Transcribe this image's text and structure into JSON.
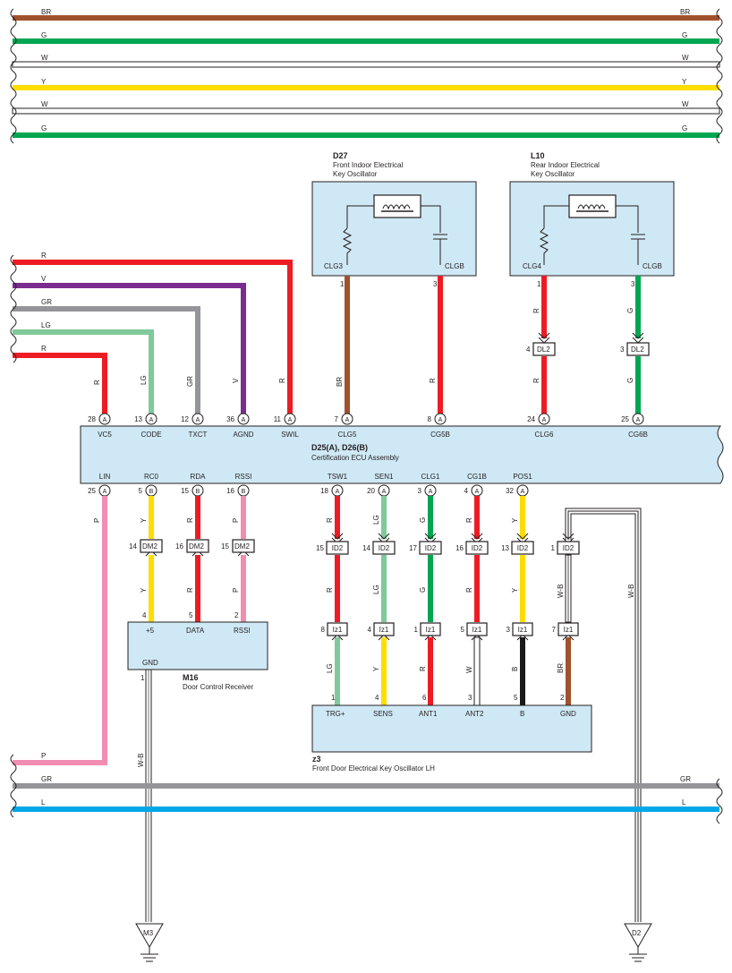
{
  "colors": {
    "BR": "#a0522d",
    "G": "#00a651",
    "W": "#ffffff",
    "Y": "#ffdd00",
    "R": "#ed1c24",
    "V": "#7b2c90",
    "GR": "#939598",
    "LG": "#7fc99a",
    "P": "#f28db2",
    "B": "#1a1a1a",
    "L": "#00a8e8",
    "box_fill": "#cfe8f5"
  },
  "bus_top": [
    {
      "code": "BR"
    },
    {
      "code": "G"
    },
    {
      "code": "W"
    },
    {
      "code": "Y"
    },
    {
      "code": "W"
    },
    {
      "code": "G"
    }
  ],
  "bus_bottom": [
    {
      "code": "P"
    },
    {
      "code": "GR"
    },
    {
      "code": "L"
    }
  ],
  "left_feeds": [
    {
      "code": "R"
    },
    {
      "code": "V"
    },
    {
      "code": "GR"
    },
    {
      "code": "LG"
    },
    {
      "code": "R"
    }
  ],
  "ecu": {
    "title": "D25(A), D26(B)",
    "subtitle": "Certification ECU Assembly",
    "top_pins": [
      {
        "pin": "28",
        "conn": "A",
        "name": "VC5"
      },
      {
        "pin": "13",
        "conn": "A",
        "name": "CODE"
      },
      {
        "pin": "12",
        "conn": "A",
        "name": "TXCT"
      },
      {
        "pin": "36",
        "conn": "A",
        "name": "AGND"
      },
      {
        "pin": "11",
        "conn": "A",
        "name": "SWIL"
      },
      {
        "pin": "7",
        "conn": "A",
        "name": "CLG5"
      },
      {
        "pin": "8",
        "conn": "A",
        "name": "CG5B"
      },
      {
        "pin": "24",
        "conn": "A",
        "name": "CLG6"
      },
      {
        "pin": "25",
        "conn": "A",
        "name": "CG6B"
      }
    ],
    "bottom_pins": [
      {
        "pin": "25",
        "conn": "A",
        "name": "LIN"
      },
      {
        "pin": "5",
        "conn": "B",
        "name": "RC0"
      },
      {
        "pin": "15",
        "conn": "B",
        "name": "RDA"
      },
      {
        "pin": "16",
        "conn": "B",
        "name": "RSSI"
      },
      {
        "pin": "18",
        "conn": "A",
        "name": "TSW1"
      },
      {
        "pin": "20",
        "conn": "A",
        "name": "SEN1"
      },
      {
        "pin": "3",
        "conn": "A",
        "name": "CLG1"
      },
      {
        "pin": "4",
        "conn": "A",
        "name": "CG1B"
      },
      {
        "pin": "32",
        "conn": "A",
        "name": "POS1"
      }
    ]
  },
  "wire_colors": {
    "top": [
      "R",
      "LG",
      "GR",
      "V",
      "R",
      "BR",
      "R",
      "R",
      "G"
    ],
    "rear_lower": [
      "R",
      "G"
    ],
    "lin": "P",
    "dm_upper": [
      "Y",
      "R",
      "P"
    ],
    "dm_lower": [
      "Y",
      "R",
      "P"
    ],
    "id_upper": [
      "R",
      "LG",
      "G",
      "R",
      "Y"
    ],
    "id_mid": [
      "R",
      "LG",
      "G",
      "R",
      "Y",
      "W-B"
    ],
    "lz_lower": [
      "LG",
      "Y",
      "R",
      "W",
      "B",
      "BR"
    ],
    "ground_m16": "W-B",
    "ground_d2": "W-B"
  },
  "d27": {
    "id": "D27",
    "name_line1": "Front Indoor Electrical",
    "name_line2": "Key Oscillator",
    "left_term": "CLG3",
    "right_term": "CLGB",
    "left_pin": "1",
    "right_pin": "3"
  },
  "l10": {
    "id": "L10",
    "name_line1": "Rear Indoor Electrical",
    "name_line2": "Key Oscillator",
    "left_term": "CLG4",
    "right_term": "CLGB",
    "left_pin": "1",
    "right_pin": "3"
  },
  "dl2": [
    {
      "pin": "4",
      "label": "DL2"
    },
    {
      "pin": "3",
      "label": "DL2"
    }
  ],
  "dm2": [
    {
      "pin": "14",
      "label": "DM2"
    },
    {
      "pin": "16",
      "label": "DM2"
    },
    {
      "pin": "15",
      "label": "DM2"
    }
  ],
  "id2": [
    {
      "pin": "15",
      "label": "ID2"
    },
    {
      "pin": "14",
      "label": "ID2"
    },
    {
      "pin": "17",
      "label": "ID2"
    },
    {
      "pin": "16",
      "label": "ID2"
    },
    {
      "pin": "13",
      "label": "ID2"
    },
    {
      "pin": "1",
      "label": "ID2"
    }
  ],
  "lz1": [
    {
      "pin": "8",
      "label": "Iz1"
    },
    {
      "pin": "4",
      "label": "Iz1"
    },
    {
      "pin": "1",
      "label": "Iz1"
    },
    {
      "pin": "5",
      "label": "Iz1"
    },
    {
      "pin": "3",
      "label": "Iz1"
    },
    {
      "pin": "7",
      "label": "Iz1"
    }
  ],
  "m16": {
    "id": "M16",
    "name": "Door Control Receiver",
    "terms": [
      "+5",
      "DATA",
      "RSSI"
    ],
    "pins": [
      "4",
      "5",
      "2"
    ],
    "gnd_term": "GND",
    "gnd_pin": "1"
  },
  "z3": {
    "id": "z3",
    "name": "Front Door Electrical Key Oscillator LH",
    "terms": [
      "TRG+",
      "SENS",
      "ANT1",
      "ANT2",
      "B",
      "GND"
    ],
    "pins": [
      "1",
      "4",
      "6",
      "3",
      "5",
      "2"
    ]
  },
  "grounds": [
    "M3",
    "D2"
  ]
}
